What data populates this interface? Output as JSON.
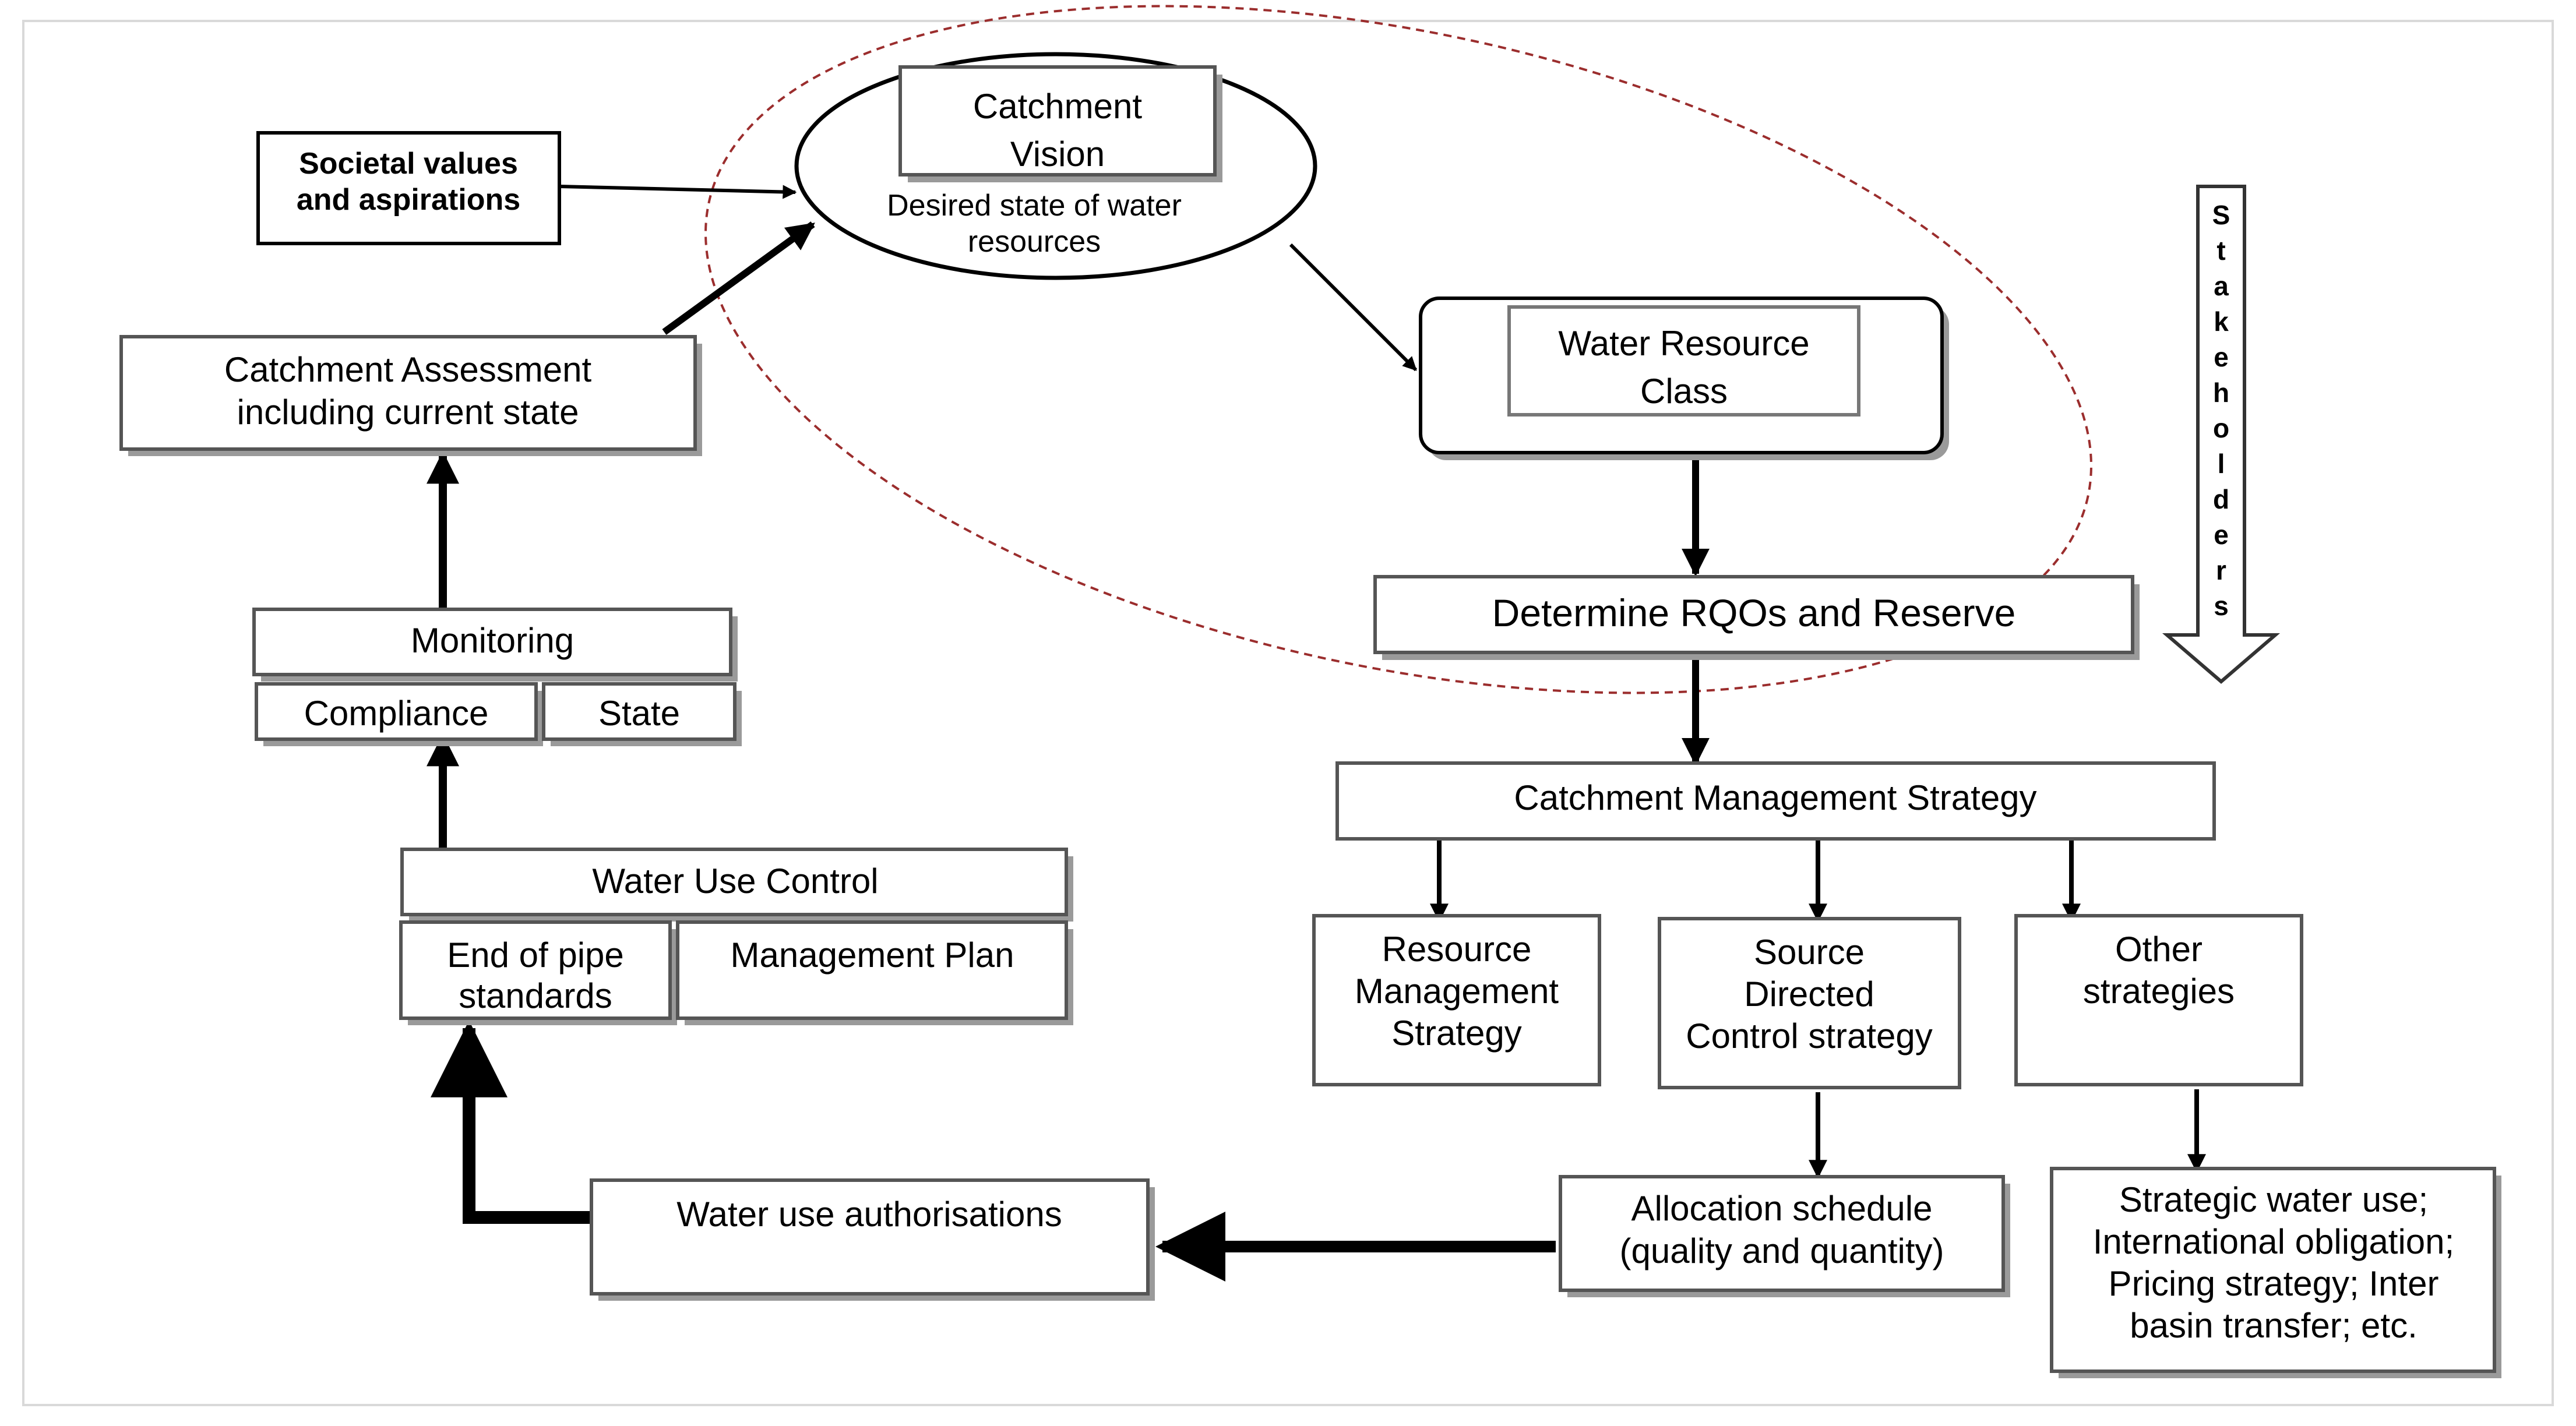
{
  "colors": {
    "box_border": "#555555",
    "box_shadow": "#9a9a9a",
    "ellipse_dashed": "#9b2d2d",
    "arrow": "#000000",
    "frame": "#d9d9d9"
  },
  "nodes": {
    "societal_values": [
      "Societal values",
      "and aspirations"
    ],
    "catchment_vision": [
      "Catchment",
      "Vision"
    ],
    "vision_caption": [
      "Desired state of water",
      "resources"
    ],
    "water_resource_class": [
      "Water Resource",
      "Class"
    ],
    "determine_rqos": "Determine RQOs and Reserve",
    "catchment_assessment": [
      "Catchment Assessment",
      "including current state"
    ],
    "monitoring": "Monitoring",
    "compliance": "Compliance",
    "state": "State",
    "water_use_control": "Water Use Control",
    "end_of_pipe": [
      "End of pipe",
      "standards"
    ],
    "management_plan": "Management Plan",
    "catchment_management_strategy": "Catchment Management Strategy",
    "resource_management_strategy": [
      "Resource",
      "Management",
      "Strategy"
    ],
    "source_directed_control": [
      "Source",
      "Directed",
      "Control strategy"
    ],
    "other_strategies": [
      "Other",
      "strategies"
    ],
    "allocation_schedule": [
      "Allocation schedule",
      "(quality and quantity)"
    ],
    "water_use_authorisations": "Water use authorisations",
    "strategic_water_use": [
      "Strategic water use;",
      "International obligation;",
      "Pricing strategy; Inter",
      "basin transfer; etc."
    ]
  },
  "stakeholders_letters": [
    "S",
    "t",
    "a",
    "k",
    "e",
    "h",
    "o",
    "l",
    "d",
    "e",
    "r",
    "s"
  ]
}
